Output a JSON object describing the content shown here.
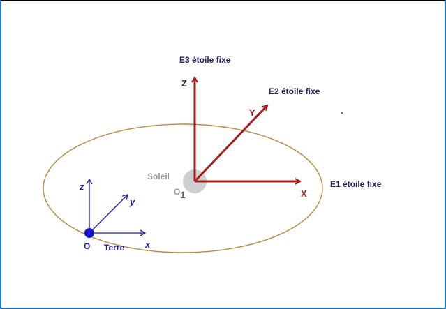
{
  "labels": {
    "e3": "E3 étoile fixe",
    "e2": "E2 étoile fixe",
    "e1": "E1 étoile fixe",
    "sun_name": "Soleil",
    "sun_origin": "O",
    "sun_origin_sub": "1",
    "sun_axis_x": "X",
    "sun_axis_y": "Y",
    "sun_axis_z": "Z",
    "earth_origin": "O",
    "earth_name": "Terre",
    "earth_axis_x": "x",
    "earth_axis_y": "y",
    "earth_axis_z": "z"
  },
  "colors": {
    "star_label": "#2a1a5e",
    "sun_axes": "#a51c1c",
    "orbit": "#b88a44",
    "earth_axes": "#1a1aa0",
    "earth_dot": "#1515c8",
    "sun_disc": "#cfcfcf",
    "sun_label": "#9a9a9a"
  }
}
